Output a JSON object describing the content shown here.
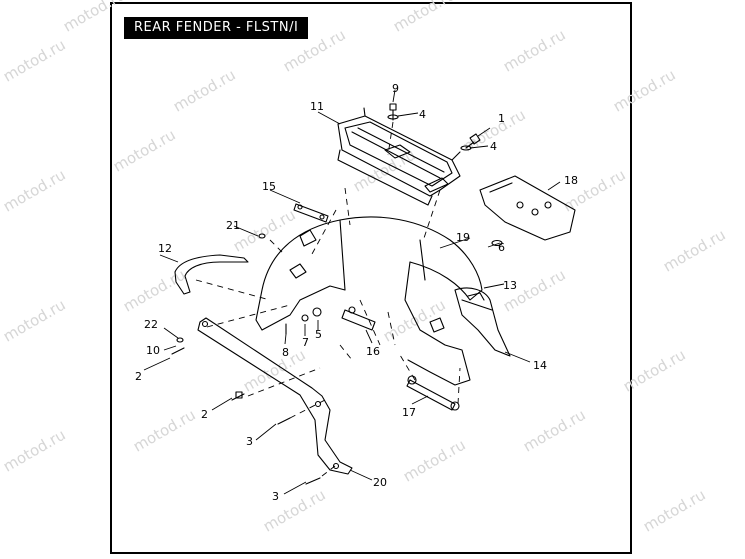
{
  "title": "REAR FENDER - FLSTN/I",
  "watermark": "motod.ru",
  "callouts": [
    {
      "id": "c1",
      "label": "1"
    },
    {
      "id": "c2a",
      "label": "2"
    },
    {
      "id": "c2b",
      "label": "2"
    },
    {
      "id": "c3a",
      "label": "3"
    },
    {
      "id": "c3b",
      "label": "3"
    },
    {
      "id": "c4a",
      "label": "4"
    },
    {
      "id": "c4b",
      "label": "4"
    },
    {
      "id": "c5",
      "label": "5"
    },
    {
      "id": "c6",
      "label": "6"
    },
    {
      "id": "c7",
      "label": "7"
    },
    {
      "id": "c8",
      "label": "8"
    },
    {
      "id": "c9",
      "label": "9"
    },
    {
      "id": "c10",
      "label": "10"
    },
    {
      "id": "c11",
      "label": "11"
    },
    {
      "id": "c12",
      "label": "12"
    },
    {
      "id": "c13",
      "label": "13"
    },
    {
      "id": "c14",
      "label": "14"
    },
    {
      "id": "c15",
      "label": "15"
    },
    {
      "id": "c16",
      "label": "16"
    },
    {
      "id": "c17",
      "label": "17"
    },
    {
      "id": "c18",
      "label": "18"
    },
    {
      "id": "c19",
      "label": "19"
    },
    {
      "id": "c20",
      "label": "20"
    },
    {
      "id": "c21",
      "label": "21"
    },
    {
      "id": "c22",
      "label": "22"
    }
  ]
}
